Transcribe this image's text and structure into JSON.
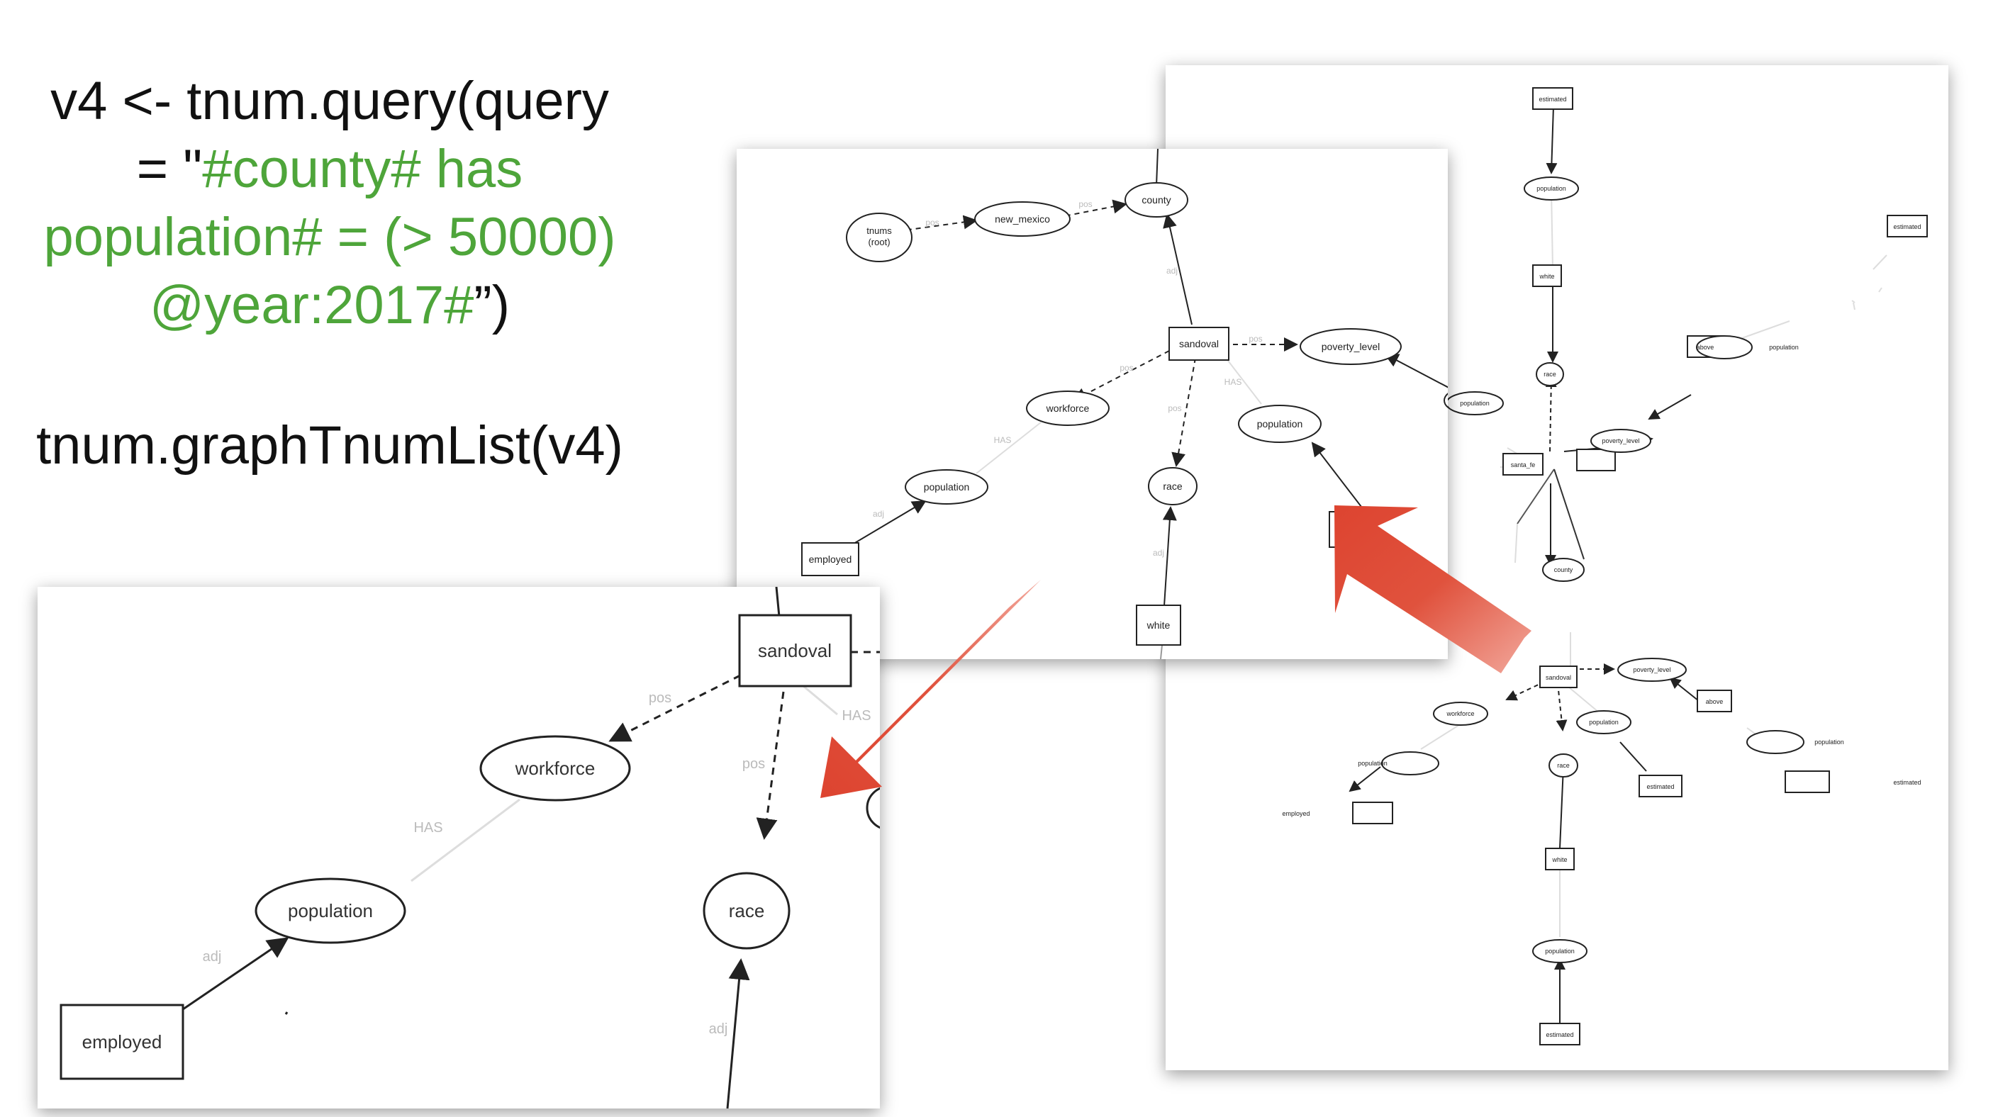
{
  "code": {
    "line1": "v4 <- tnum.query(query",
    "line2_prefix": "= \"",
    "line2_green": "#county# has",
    "line3_green": "population# = (> 50000)",
    "line4_green": "@year:2017#",
    "line4_suffix": "”)",
    "call": "tnum.graphTnumList(v4)"
  },
  "colors": {
    "code_text": "#111111",
    "query_green": "#4ea53a",
    "arrow_red": "#dd4430",
    "edge_label_gray": "#bbbbbb"
  },
  "full_graph": {
    "nodes": {
      "estimated_top": "estimated",
      "population_top": "population",
      "white_top": "white",
      "race_top": "race",
      "population_left": "population",
      "santa_fe": "santa_fe",
      "poverty_level_sf": "poverty_level",
      "above_sf": "above",
      "population_sf": "population",
      "estimated_sf": "estimated",
      "county": "county",
      "sandoval": "sandoval",
      "poverty_level_sd": "poverty_level",
      "above_sd": "above",
      "population_sd": "population",
      "estimated_sd": "estimated",
      "workforce": "workforce",
      "population_wf": "population",
      "employed": "employed",
      "population_mid": "population",
      "estimated_mid": "estimated",
      "race": "race",
      "white": "white",
      "population_bottom": "population",
      "estimated_bottom": "estimated"
    }
  },
  "medium_graph": {
    "nodes": {
      "tnums_root_line1": "tnums",
      "tnums_root_line2": "(root)",
      "new_mexico": "new_mexico",
      "county": "county",
      "sandoval": "sandoval",
      "poverty_level": "poverty_level",
      "workforce": "workforce",
      "population_right": "population",
      "population_wf": "population",
      "race": "race",
      "employed": "employed",
      "white": "white",
      "population_edge": "population"
    },
    "edge_labels": {
      "pos1": "pos",
      "pos2": "pos",
      "adj1": "adj",
      "pos3": "pos",
      "has1": "HAS",
      "pos4": "pos",
      "has2": "HAS",
      "adj2": "adj",
      "adj3": "adj",
      "pos5": "pos"
    }
  },
  "zoom_graph": {
    "nodes": {
      "sandoval": "sandoval",
      "workforce": "workforce",
      "population": "population",
      "race": "race",
      "employed": "employed"
    },
    "edge_labels": {
      "pos1": "pos",
      "has1": "HAS",
      "pos2": "pos",
      "has2": "HAS",
      "adj1": "adj",
      "adj2": "adj"
    }
  }
}
